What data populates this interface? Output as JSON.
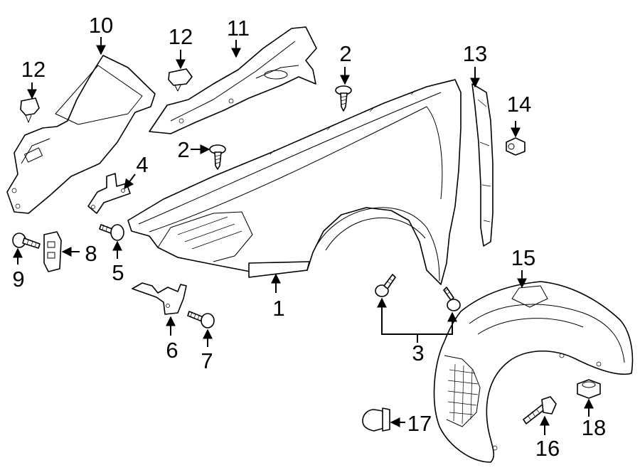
{
  "callouts": {
    "n1": "1",
    "n2a": "2",
    "n2b": "2",
    "n3": "3",
    "n4": "4",
    "n5": "5",
    "n6": "6",
    "n7": "7",
    "n8": "8",
    "n9": "9",
    "n10": "10",
    "n11": "11",
    "n12a": "12",
    "n12b": "12",
    "n13": "13",
    "n14": "14",
    "n15": "15",
    "n16": "16",
    "n17": "17",
    "n18": "18"
  }
}
